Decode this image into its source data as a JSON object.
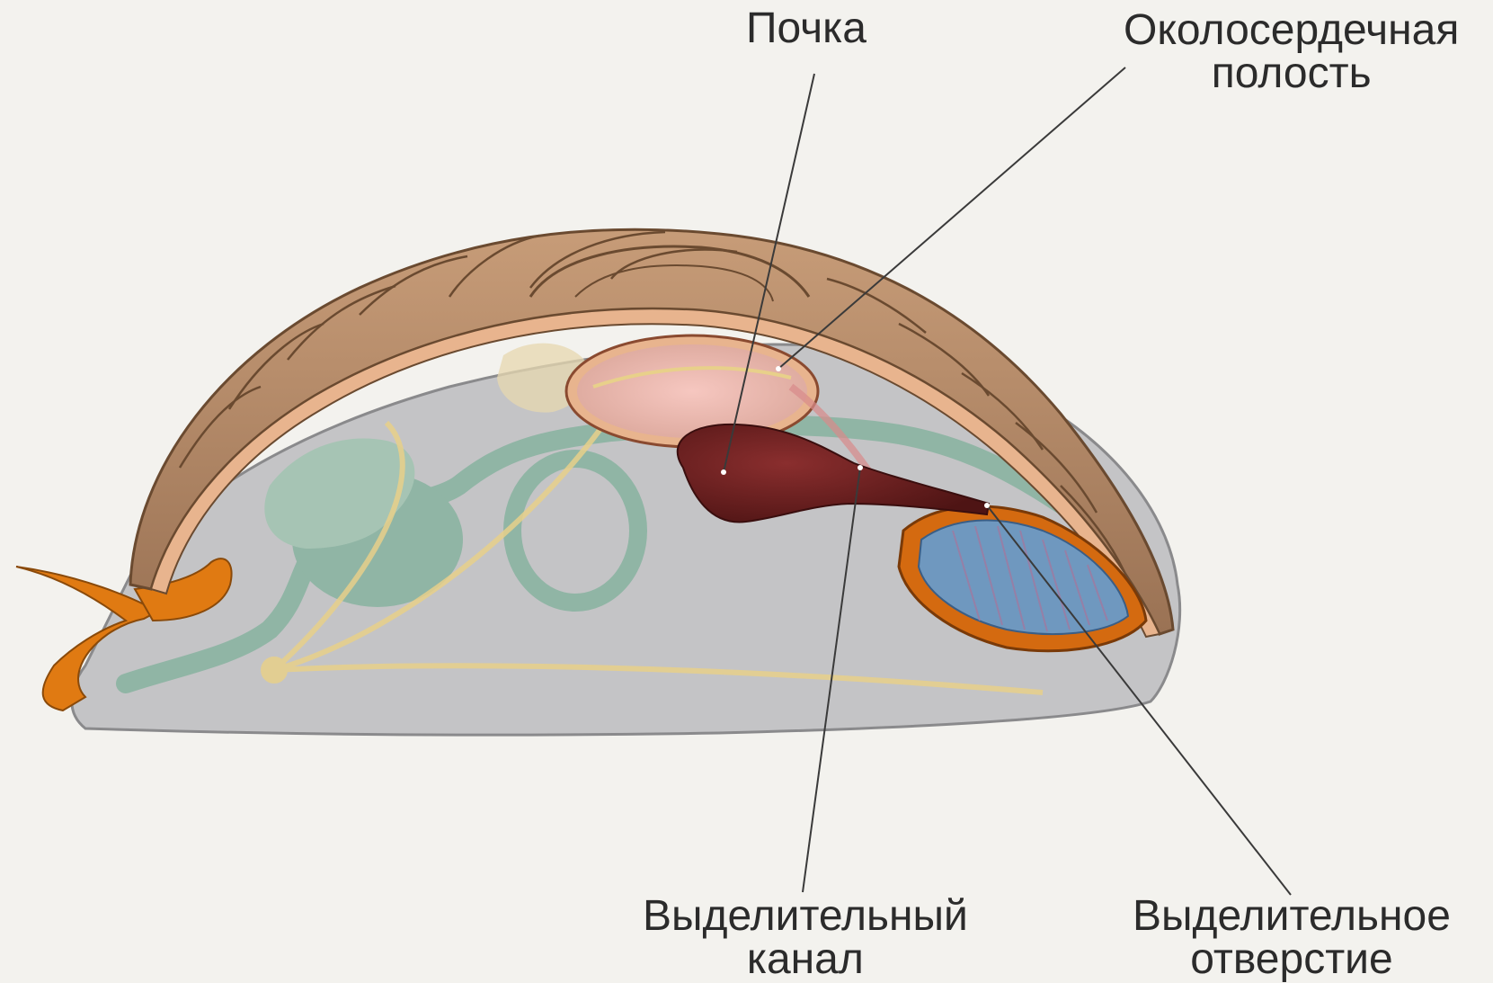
{
  "labels": {
    "kidney": "Почка",
    "pericardial_cavity": [
      "Околосердечная",
      "полость"
    ],
    "excretory_canal": [
      "Выделительный",
      "канал"
    ],
    "excretory_opening": [
      "Выделительное",
      "отверстие"
    ]
  },
  "colors": {
    "background": "#f3f2ee",
    "shell": "#b08866",
    "shell_dark": "#7e5a3d",
    "mantle_rim": "#e8b48e",
    "body": "#c4c4c6",
    "foot_orange": "#e07a12",
    "digestive_green": "#7fb09a",
    "nerve_yellow": "#e8d08a",
    "kidney": "#6e1f1f",
    "pericardium_pink": "#f0b8b0",
    "gill_blue": "#6f98bf"
  }
}
